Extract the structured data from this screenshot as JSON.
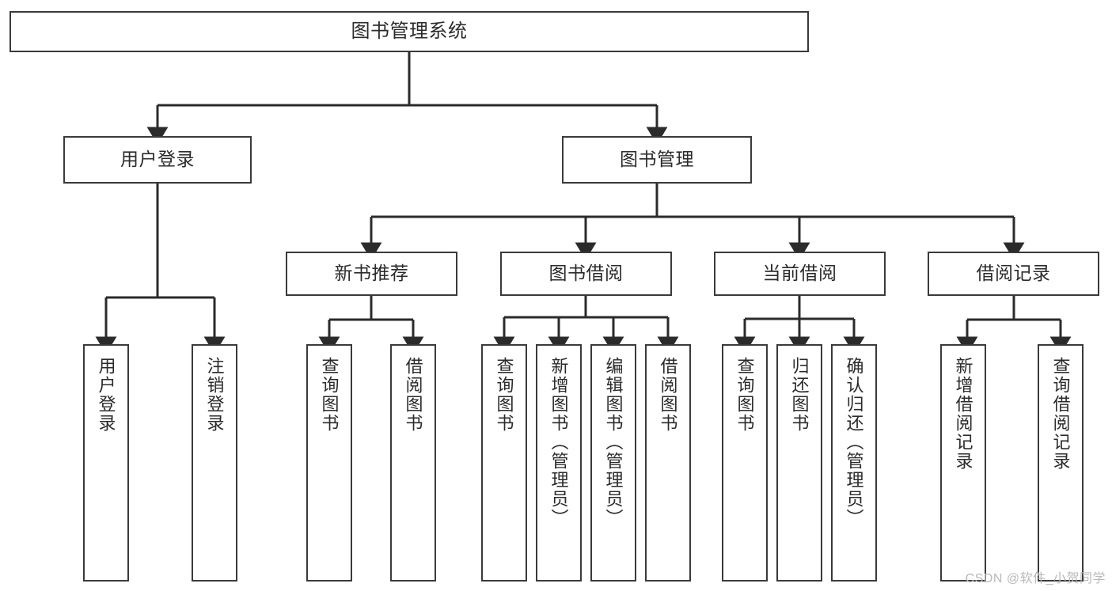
{
  "diagram": {
    "title": "图书管理系统",
    "watermark": "CSDN @软件_小贺同学",
    "colors": {
      "box_border": "#3a3a3a",
      "box_fill": "#ffffff",
      "edge": "#2b2b2b",
      "text": "#2b2b2b",
      "watermark": "#b9b9b9",
      "background": "#ffffff"
    },
    "nodes": {
      "root": {
        "label": "图书管理系统"
      },
      "level2": [
        {
          "id": "user-login",
          "label": "用户登录"
        },
        {
          "id": "book-management",
          "label": "图书管理"
        }
      ],
      "level3": [
        {
          "id": "new-book-recommend",
          "label": "新书推荐"
        },
        {
          "id": "book-borrow",
          "label": "图书借阅"
        },
        {
          "id": "current-borrow",
          "label": "当前借阅"
        },
        {
          "id": "borrow-record",
          "label": "借阅记录"
        }
      ],
      "leaves": [
        {
          "id": "leaf-user-login",
          "label": "用户登录",
          "parent": "user-login"
        },
        {
          "id": "leaf-logout-login",
          "label": "注销登录",
          "parent": "user-login"
        },
        {
          "id": "leaf-query-book-1",
          "label": "查询图书",
          "parent": "new-book-recommend"
        },
        {
          "id": "leaf-borrow-book-1",
          "label": "借阅图书",
          "parent": "new-book-recommend"
        },
        {
          "id": "leaf-query-book-2",
          "label": "查询图书",
          "parent": "book-borrow"
        },
        {
          "id": "leaf-add-book",
          "label": "新增图书（管理员）",
          "parent": "book-borrow"
        },
        {
          "id": "leaf-edit-book",
          "label": "编辑图书（管理员）",
          "parent": "book-borrow"
        },
        {
          "id": "leaf-borrow-book-2",
          "label": "借阅图书",
          "parent": "book-borrow"
        },
        {
          "id": "leaf-query-book-3",
          "label": "查询图书",
          "parent": "current-borrow"
        },
        {
          "id": "leaf-return-book",
          "label": "归还图书",
          "parent": "current-borrow"
        },
        {
          "id": "leaf-confirm-return",
          "label": "确认归还（管理员）",
          "parent": "current-borrow"
        },
        {
          "id": "leaf-add-record",
          "label": "新增借阅记录",
          "parent": "borrow-record"
        },
        {
          "id": "leaf-query-record",
          "label": "查询借阅记录",
          "parent": "borrow-record"
        }
      ]
    }
  }
}
